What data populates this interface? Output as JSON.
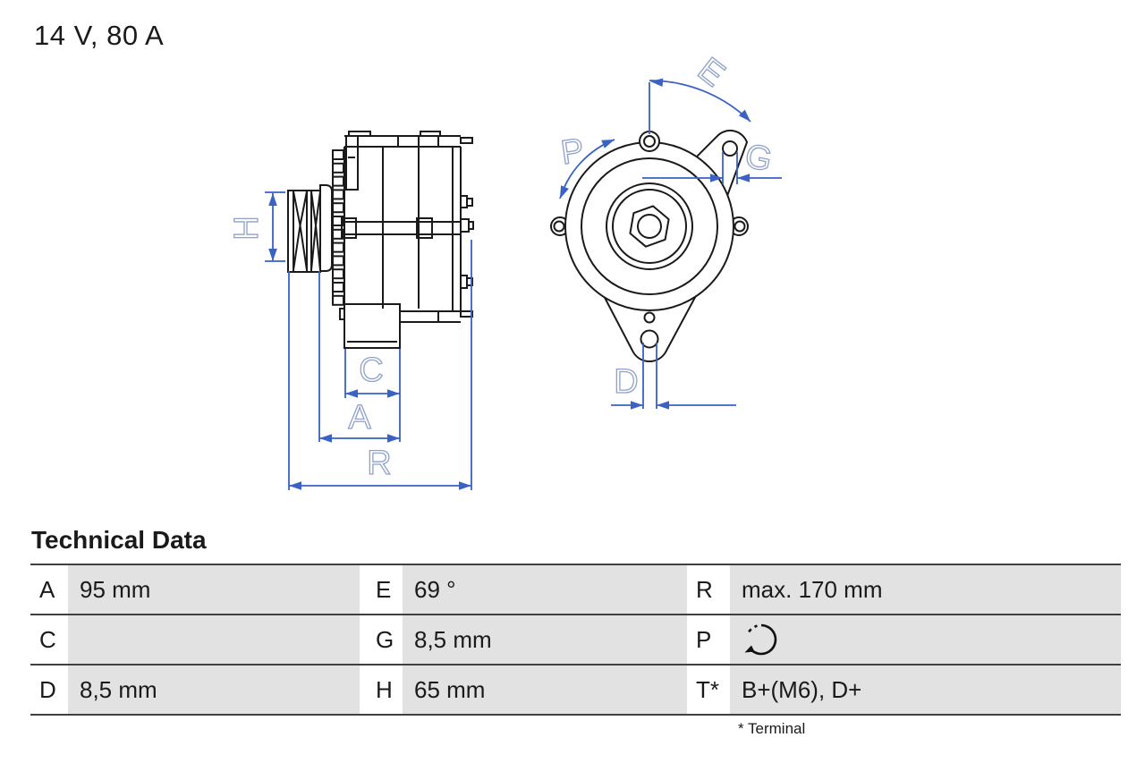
{
  "header": {
    "title": "14 V, 80 A"
  },
  "diagram": {
    "description": "alternator side view and front view technical drawing",
    "view_labels": {
      "h": "H",
      "c": "C",
      "a": "A",
      "r": "R",
      "e": "E",
      "p": "P",
      "g": "G",
      "d": "D"
    },
    "colors": {
      "outline": "#1a1a1a",
      "dimension_line": "#3a62c4",
      "dimension_label": "#8fa0ca"
    }
  },
  "technical_data": {
    "heading": "Technical Data",
    "rows": [
      [
        {
          "label": "A",
          "value": "95 mm"
        },
        {
          "label": "E",
          "value": "69 °"
        },
        {
          "label": "R",
          "value": "max. 170 mm"
        }
      ],
      [
        {
          "label": "C",
          "value": ""
        },
        {
          "label": "G",
          "value": "8,5 mm"
        },
        {
          "label": "P",
          "value": "",
          "icon": "rotation-direction-icon"
        }
      ],
      [
        {
          "label": "D",
          "value": "8,5 mm"
        },
        {
          "label": "H",
          "value": "65 mm"
        },
        {
          "label": "T*",
          "value": "B+(M6), D+"
        }
      ]
    ],
    "footnote": "* Terminal",
    "value_cell_color": "#e2e2e2",
    "border_color": "#404040"
  }
}
